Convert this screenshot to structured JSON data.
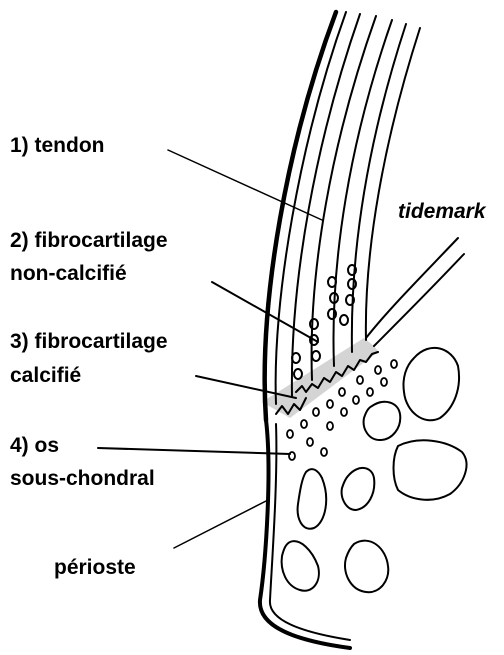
{
  "labels": {
    "tendon": "1) tendon",
    "fibro_noncalc_1": "2) fibrocartilage",
    "fibro_noncalc_2": "non-calcifié",
    "fibro_calc_1": "3) fibrocartilage",
    "fibro_calc_2": "calcifié",
    "os_1": "4) os",
    "os_2": "sous-chondral",
    "tidemark": "tidemark",
    "perioste": "périoste"
  },
  "colors": {
    "ink": "#000000",
    "calcified_band": "#d4d4d4",
    "background": "#ffffff"
  }
}
